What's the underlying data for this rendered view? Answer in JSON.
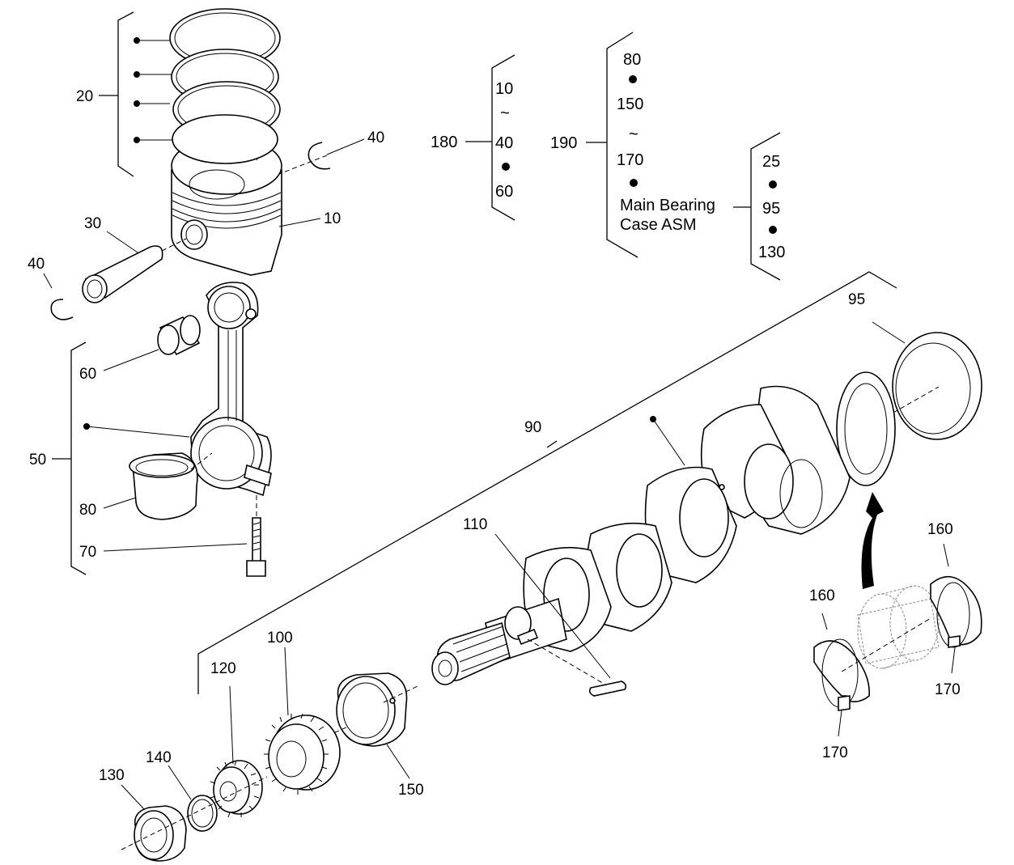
{
  "labels": {
    "l20": "20",
    "l40a": "40",
    "l10": "10",
    "l30": "30",
    "l40b": "40",
    "l60": "60",
    "l50": "50",
    "l80": "80",
    "l70": "70",
    "l90": "90",
    "l95": "95",
    "l110": "110",
    "l100": "100",
    "l120": "120",
    "l140": "140",
    "l130": "130",
    "l150": "150",
    "l160a": "160",
    "l160b": "160",
    "l170a": "170",
    "l170b": "170"
  },
  "group180": {
    "id": "180",
    "items": [
      "10",
      "~",
      "40",
      "60"
    ]
  },
  "group190": {
    "id": "190",
    "items": [
      "80",
      "150",
      "~",
      "170"
    ],
    "sub_line1": "Main Bearing",
    "sub_line2": "Case ASM"
  },
  "group_main_bearing": {
    "items": [
      "25",
      "95",
      "130"
    ]
  },
  "icons": [
    "bullet-dot-icon",
    "arrow-curve-icon"
  ]
}
